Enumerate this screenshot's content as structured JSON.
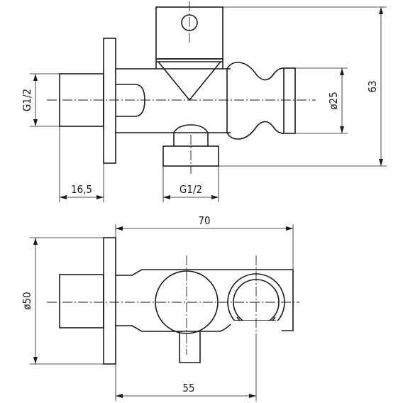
{
  "side_view": {
    "dim_height_total": "63",
    "dim_diameter_outlet": "ø25",
    "dim_thread_inlet": "G1/2",
    "dim_thread_bottom": "G1/2",
    "dim_length_inlet": "16,5"
  },
  "front_view": {
    "dim_length_total": "70",
    "dim_diameter_flange": "ø50",
    "dim_length_center": "55"
  }
}
